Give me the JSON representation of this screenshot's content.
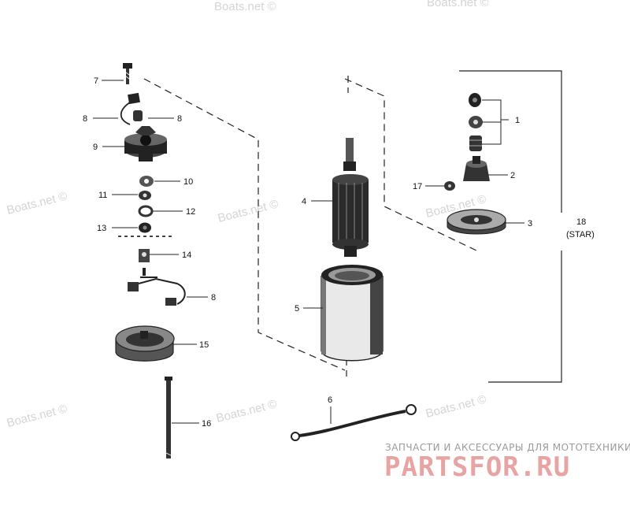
{
  "callouts": {
    "c1": "1",
    "c2": "2",
    "c3": "3",
    "c4": "4",
    "c5": "5",
    "c6": "6",
    "c7": "7",
    "c8a": "8",
    "c8b": "8",
    "c8c": "8",
    "c9": "9",
    "c10": "10",
    "c11": "11",
    "c12": "12",
    "c13": "13",
    "c14": "14",
    "c15": "15",
    "c16": "16",
    "c17": "17",
    "c18": "18",
    "c18sub": "(STAR)"
  },
  "watermarks": {
    "w1": "Boats.net ©",
    "w2": "Boats.net ©",
    "w3": "Boats.net ©",
    "w4": "Boats.net ©",
    "w5": "Boats.net ©",
    "w6": "Boats.net ©",
    "w7": "Boats.net ©",
    "w8": "Boats.net ©"
  },
  "brand": {
    "tagline": "ЗАПЧАСТИ И АКСЕССУАРЫ ДЛЯ МОТОТЕХНИКИ",
    "logo": "PARTSFOR.RU"
  }
}
